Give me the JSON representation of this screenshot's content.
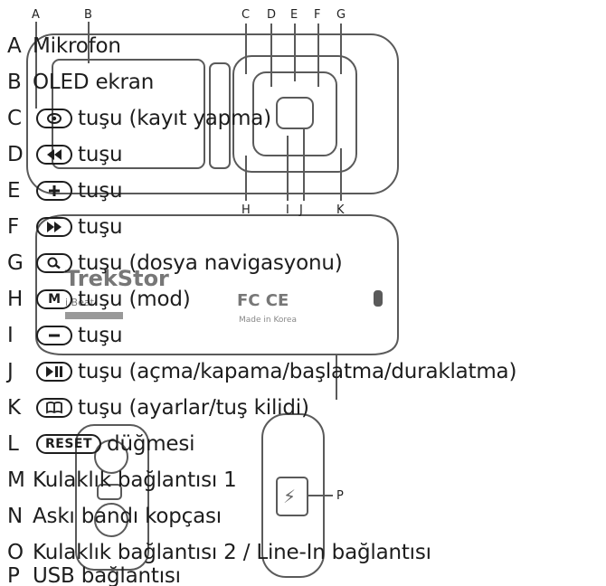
{
  "callouts": [
    "A",
    "B",
    "C",
    "D",
    "E",
    "F",
    "G",
    "H",
    "I",
    "J",
    "K",
    "P"
  ],
  "device_print": {
    "brand": "TrekStor",
    "logo_sub": "i.Beat",
    "marks": "FC CE",
    "made_in": "Made in Korea"
  },
  "legend": [
    {
      "letter": "A",
      "key": null,
      "text": "Mikrofon"
    },
    {
      "letter": "B",
      "key": null,
      "text": "OLED ekran"
    },
    {
      "letter": "C",
      "key": "record-icon",
      "text": "tuşu (kayıt yapma)"
    },
    {
      "letter": "D",
      "key": "rewind-icon",
      "text": "tuşu"
    },
    {
      "letter": "E",
      "key": "plus-icon",
      "text": "tuşu"
    },
    {
      "letter": "F",
      "key": "fast-forward-icon",
      "text": "tuşu"
    },
    {
      "letter": "G",
      "key": "magnifier-icon",
      "text": "tuşu (dosya navigasyonu)"
    },
    {
      "letter": "H",
      "key_label": "M",
      "text": "tuşu (mod)"
    },
    {
      "letter": "I",
      "key": "minus-icon",
      "text": "tuşu"
    },
    {
      "letter": "J",
      "key": "play-pause-icon",
      "text": "tuşu (açma/kapama/başlatma/duraklatma)"
    },
    {
      "letter": "K",
      "key": "book-icon",
      "text": "tuşu (ayarlar/tuş kilidi)"
    },
    {
      "letter": "L",
      "key_label": "RESET",
      "text": "düğmesi"
    },
    {
      "letter": "M",
      "key": null,
      "text": "Kulaklık bağlantısı 1"
    },
    {
      "letter": "N",
      "key": null,
      "text": "Askı bandı kopçası"
    },
    {
      "letter": "O",
      "key": null,
      "text": "Kulaklık bağlantısı 2 / Line-In bağlantısı"
    },
    {
      "letter": "P",
      "key": null,
      "text": "USB bağlantısı"
    }
  ]
}
